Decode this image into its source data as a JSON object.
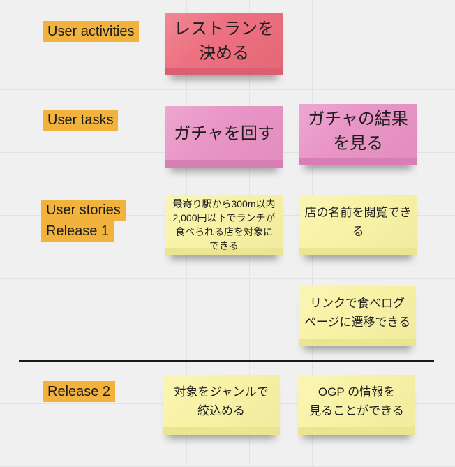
{
  "board": {
    "background": "#f0f0f0",
    "grid_color": "#e3e3e3",
    "divider_color": "#1a1a1a"
  },
  "label_style": {
    "highlight_color": "#F2B23E",
    "text_color": "#1c1c1c"
  },
  "labels": {
    "user_activities": "User activities",
    "user_tasks": "User tasks",
    "user_stories": "User stories",
    "release_1": "Release 1",
    "release_2": "Release 2"
  },
  "notes": {
    "restaurant": {
      "text": "レストランを\n決める",
      "color": "#EC6B7B",
      "strip_color": "#DB5F70"
    },
    "gacha_spin": {
      "text": "ガチャを回す",
      "color": "#E892C5",
      "strip_color": "#D77FB5"
    },
    "gacha_result": {
      "text": "ガチャの結果\nを見る",
      "color": "#E892C5",
      "strip_color": "#D77FB5"
    },
    "station_lunch": {
      "text": "最寄り駅から300m以内\n2,000円以下でランチが\n食べられる店を対象に\nできる",
      "color": "#F8F2A3",
      "strip_color": "#EBE492"
    },
    "shop_name": {
      "text": "店の名前を閲覧できる",
      "color": "#F8F2A3",
      "strip_color": "#EBE492"
    },
    "tabelog_link": {
      "text": "リンクで食べログ\nページに遷移できる",
      "color": "#F8F2A3",
      "strip_color": "#EBE492"
    },
    "genre_filter": {
      "text": "対象をジャンルで\n絞込める",
      "color": "#F8F2A3",
      "strip_color": "#EBE492"
    },
    "ogp_info": {
      "text": "OGP の情報を\n見ることができる",
      "color": "#F8F2A3",
      "strip_color": "#EBE492"
    }
  }
}
